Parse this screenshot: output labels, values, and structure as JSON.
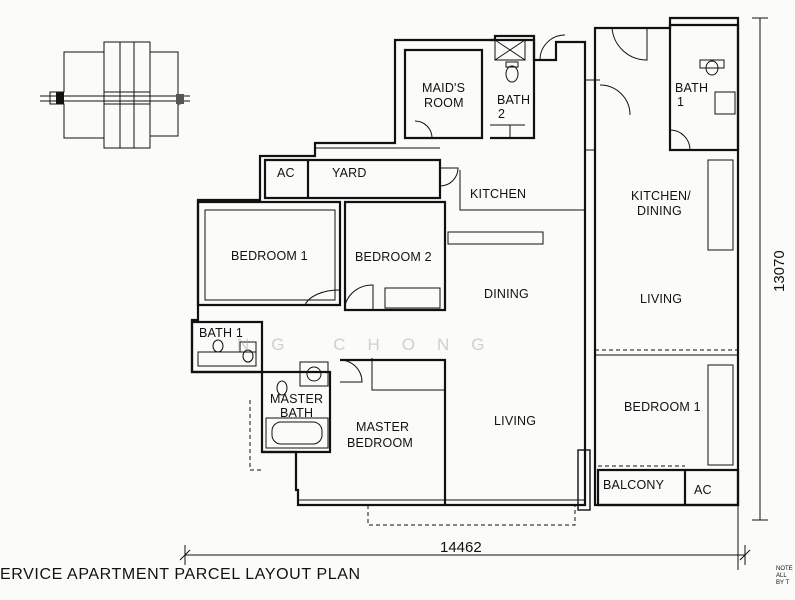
{
  "title": "ERVICE APARTMENT PARCEL LAYOUT PLAN",
  "watermark": "NG CHONG",
  "dimensions": {
    "width": "14462",
    "depth": "13070"
  },
  "note_fragment": [
    "NOTE",
    "ALL",
    "BY T"
  ],
  "rooms_left_unit": {
    "maids_room": "MAID'S ROOM",
    "bath_2": "BATH 2",
    "ac": "AC",
    "yard": "YARD",
    "kitchen": "KITCHEN",
    "bedroom_1": "BEDROOM 1",
    "bedroom_2": "BEDROOM 2",
    "dining": "DINING",
    "bath_1": "BATH 1",
    "master_bath": "MASTER BATH",
    "master_bedroom": "MASTER BEDROOM",
    "living": "LIVING"
  },
  "rooms_right_unit": {
    "bath_1": "BATH 1",
    "kitchen_dining": "KITCHEN/ DINING",
    "living": "LIVING",
    "bedroom_1": "BEDROOM 1",
    "balcony": "BALCONY",
    "ac": "AC"
  }
}
